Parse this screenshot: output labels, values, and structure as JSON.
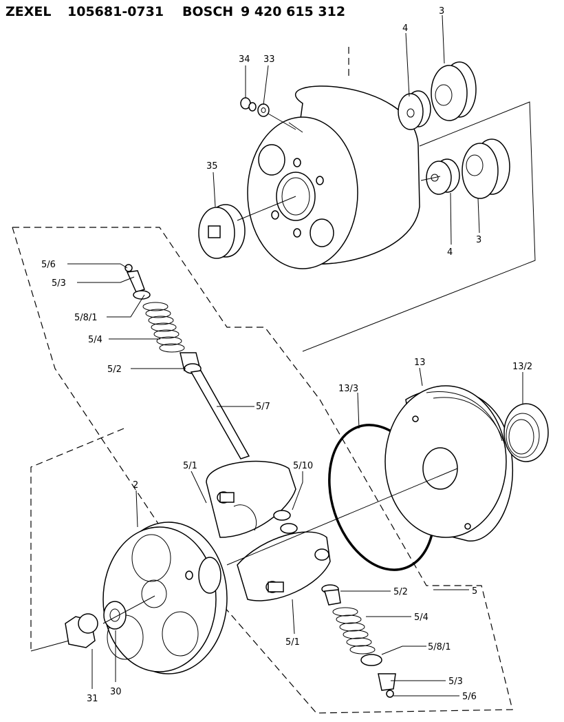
{
  "header": {
    "brand": "ZEXEL",
    "part_number": "105681-0731",
    "maker": "BOSCH",
    "maker_number": "9 420 615 312"
  },
  "labels": {
    "p34": "34",
    "p33": "33",
    "p4a": "4",
    "p3a": "3",
    "p35": "35",
    "p4b": "4",
    "p3b": "3",
    "p56a": "5/6",
    "p53a": "5/3",
    "p581a": "5/8/1",
    "p54a": "5/4",
    "p52a": "5/2",
    "p57": "5/7",
    "p51a": "5/1",
    "p510": "5/10",
    "p133": "13/3",
    "p13": "13",
    "p132": "13/2",
    "p2": "2",
    "p52b": "5/2",
    "p5": "5",
    "p54b": "5/4",
    "p51b": "5/1",
    "p581b": "5/8/1",
    "p53b": "5/3",
    "p56b": "5/6",
    "p31": "31",
    "p30": "30"
  }
}
